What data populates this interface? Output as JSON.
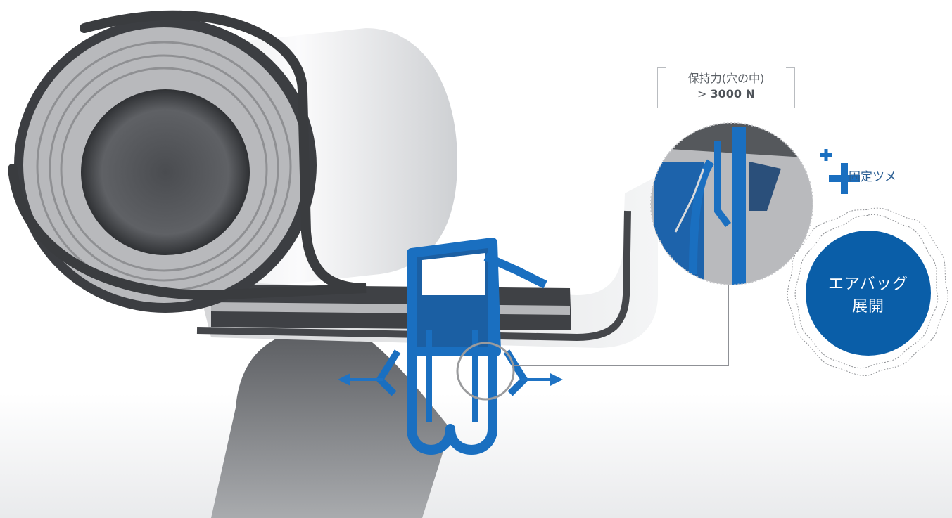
{
  "labels": {
    "retention_title": "保持力(穴の中)",
    "retention_prefix": ">",
    "retention_value": "3000 N",
    "claw": "固定ツメ",
    "airbag_line1": "エアバッグ",
    "airbag_line2": "展開"
  },
  "colors": {
    "clip_blue": "#1a6fc0",
    "airbag_blue": "#0a5ea8",
    "fabric_gray": "#9a9b9d",
    "edge_dark": "#3a3c3f",
    "arrow_blue": "#1f73c4"
  },
  "icons": [
    "plus-small-icon",
    "plus-large-icon",
    "arrow-left-icon",
    "arrow-right-icon"
  ]
}
